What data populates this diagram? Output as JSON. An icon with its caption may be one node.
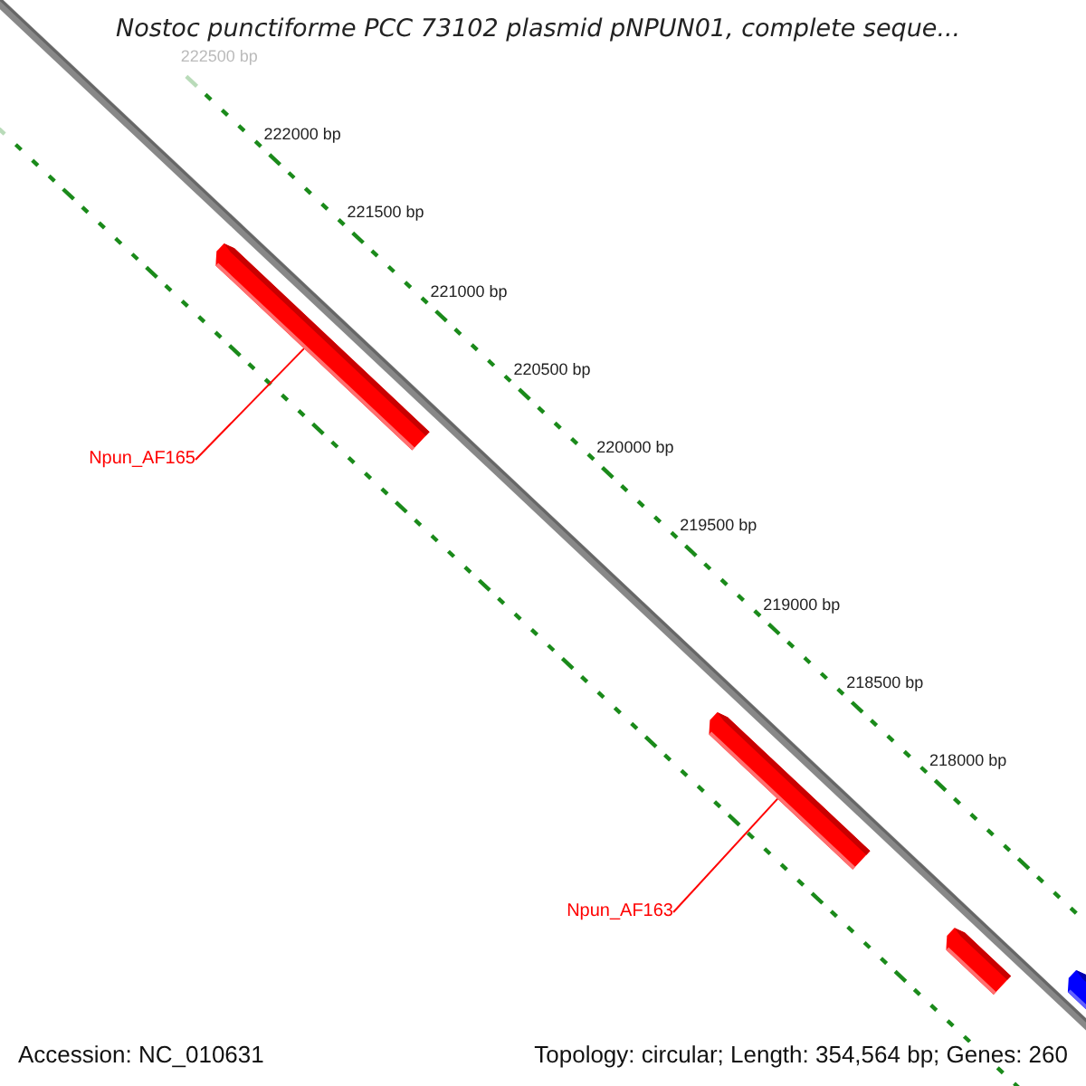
{
  "diagram": {
    "title": "Nostoc punctiforme PCC 73102 plasmid pNPUN01, complete seque...",
    "nodes": [
      {
        "text": [],
        "shape": "bar"
      },
      {
        "text": [
          "Npun_AF165"
        ]
      },
      {
        "text": [],
        "shape": "bar"
      },
      {
        "text": [
          "Npun_AF163"
        ]
      },
      {
        "text": [],
        "shape": "bar"
      },
      {
        "text": [],
        "shape": "bar"
      }
    ],
    "edges": [
      {
        "from": 1,
        "to": 0,
        "arrow": "none",
        "color": "#ff0000"
      },
      {
        "from": 3,
        "to": 2,
        "arrow": "none",
        "color": "#ff0000"
      }
    ],
    "labels": [
      "222500 bp",
      "222000 bp",
      "221500 bp",
      "221000 bp",
      "220500 bp",
      "220000 bp",
      "219500 bp",
      "219000 bp",
      "218500 bp",
      "218000 bp",
      "Accession: NC_010631",
      "Topology: circular; Length: 354,564 bp; Genes: 260"
    ]
  }
}
